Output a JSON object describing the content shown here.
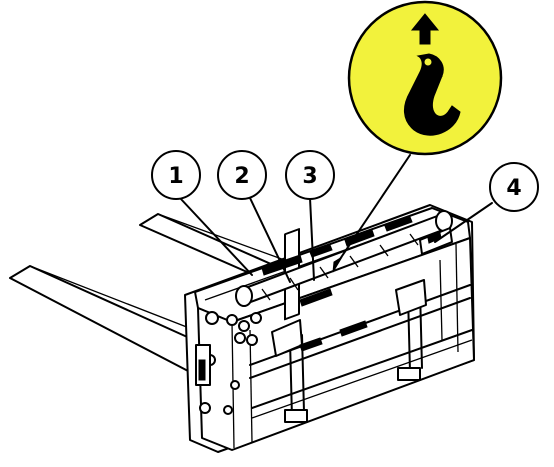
{
  "diagram": {
    "callouts": [
      {
        "id": "1",
        "label": "1"
      },
      {
        "id": "2",
        "label": "2"
      },
      {
        "id": "3",
        "label": "3"
      },
      {
        "id": "4",
        "label": "4"
      }
    ],
    "lift_point_badge": {
      "icon": "lifting-hook-icon",
      "arrow_icon": "up-arrow-icon",
      "fill_color": "#f2f23c",
      "stroke_color": "#000000"
    }
  }
}
